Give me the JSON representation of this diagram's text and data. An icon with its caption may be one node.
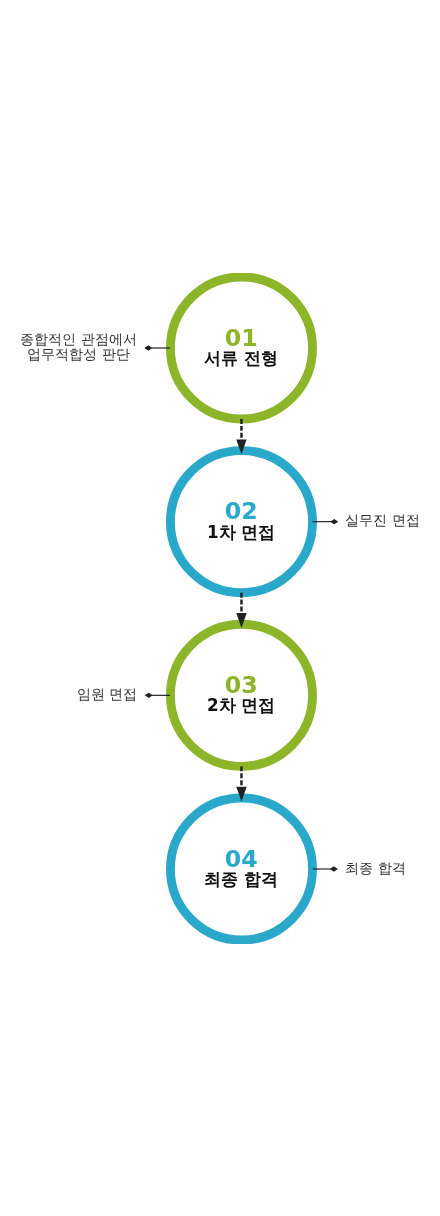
{
  "diagram": {
    "nodes": [
      {
        "text": [
          "01",
          "서류 전형"
        ]
      },
      {
        "text": [
          "종합적인 관점에서 업무적합성 판단"
        ]
      },
      {
        "text": [
          "02",
          "1차 면접"
        ]
      },
      {
        "text": [
          "실무진 면접"
        ]
      },
      {
        "text": [
          "03",
          "2차 면접"
        ]
      },
      {
        "text": [
          "임원 면접"
        ]
      },
      {
        "text": [
          "04",
          "최종 합격"
        ]
      },
      {
        "text": [
          "최종 합격"
        ]
      }
    ],
    "edges": [
      {
        "from": 1,
        "to": 0,
        "arrow": "other"
      },
      {
        "from": 0,
        "to": 2,
        "arrow": "to",
        "style": "dashed"
      },
      {
        "from": 3,
        "to": 2,
        "arrow": "other"
      },
      {
        "from": 2,
        "to": 4,
        "arrow": "to",
        "style": "dashed"
      },
      {
        "from": 5,
        "to": 4,
        "arrow": "other"
      },
      {
        "from": 4,
        "to": 6,
        "arrow": "to",
        "style": "dashed"
      },
      {
        "from": 7,
        "to": 6,
        "arrow": "other"
      }
    ]
  }
}
